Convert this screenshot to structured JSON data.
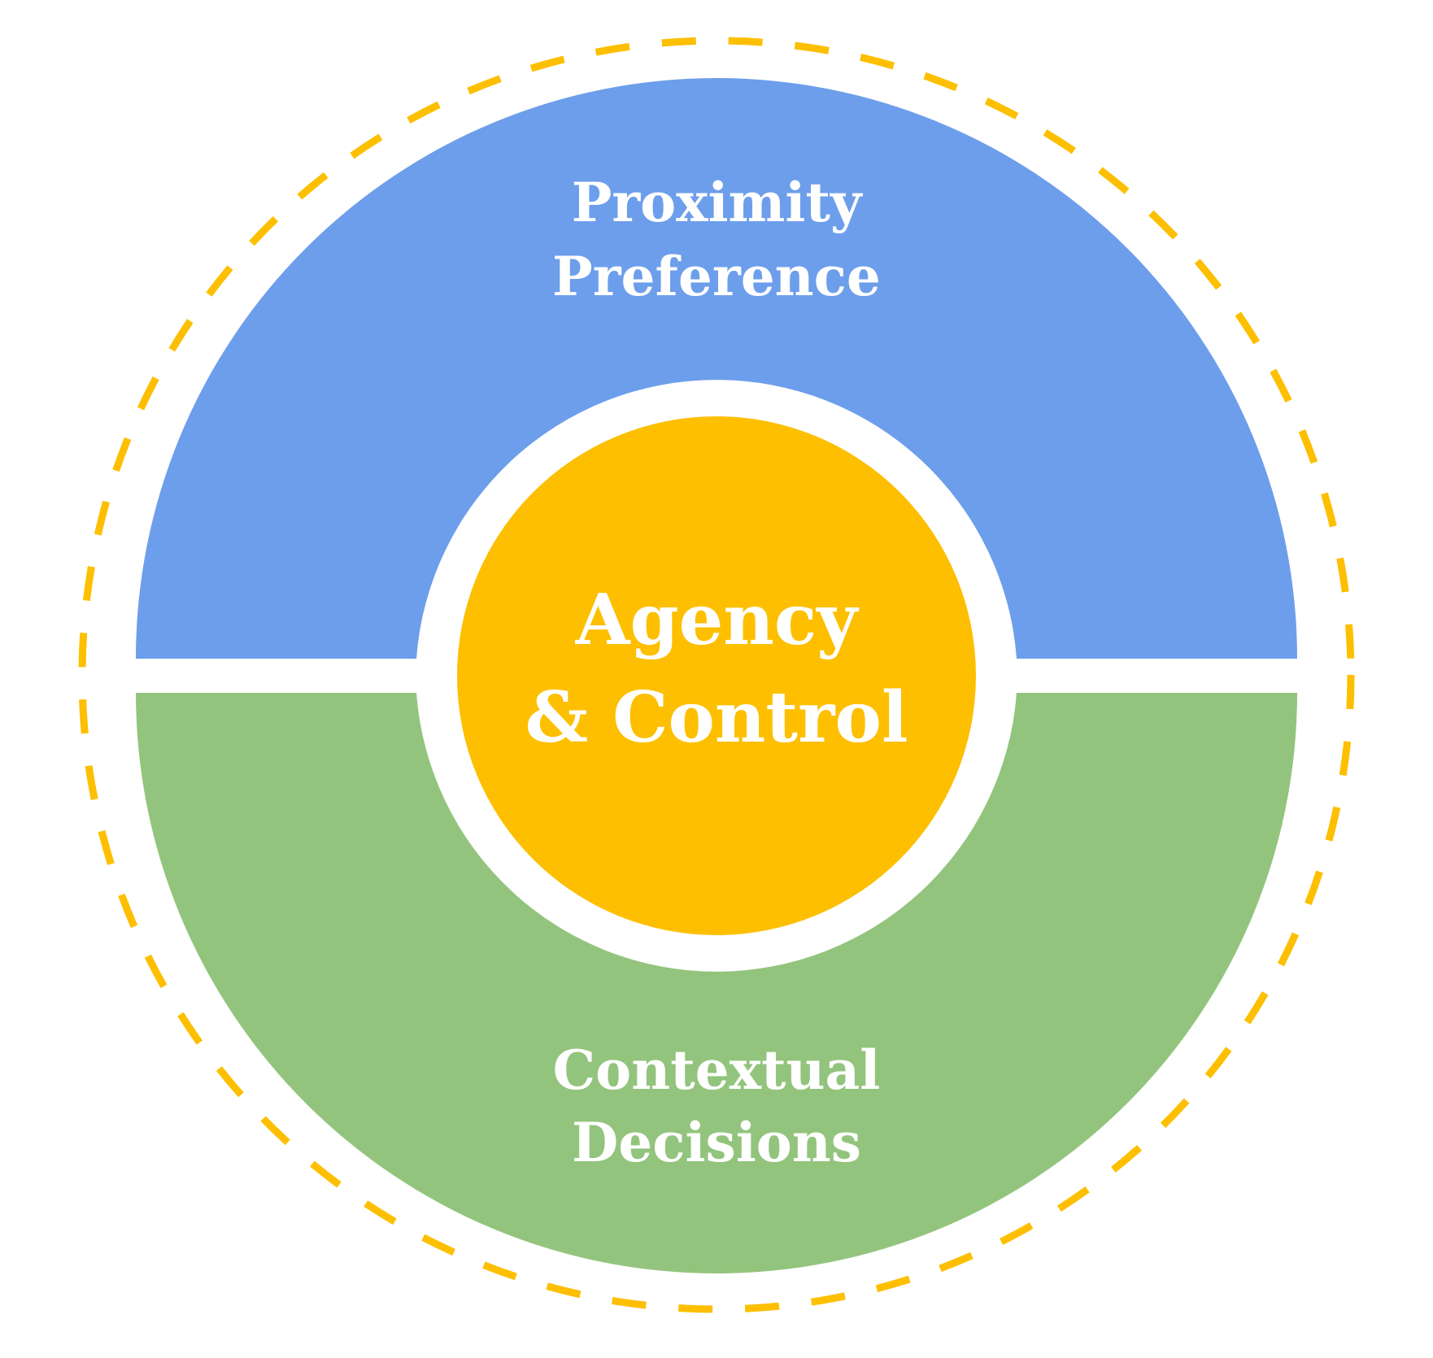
{
  "diagram": {
    "top_segment": {
      "line1": "Proximity",
      "line2": "Preference",
      "color": "#6d9eeb"
    },
    "bottom_segment": {
      "line1": "Contextual",
      "line2": "Decisions",
      "color": "#93c47d"
    },
    "center": {
      "line1": "Agency",
      "line2": "& Control",
      "color": "#fdbf00"
    },
    "outer_ring": {
      "style": "dashed",
      "color": "#fdbf00"
    }
  }
}
